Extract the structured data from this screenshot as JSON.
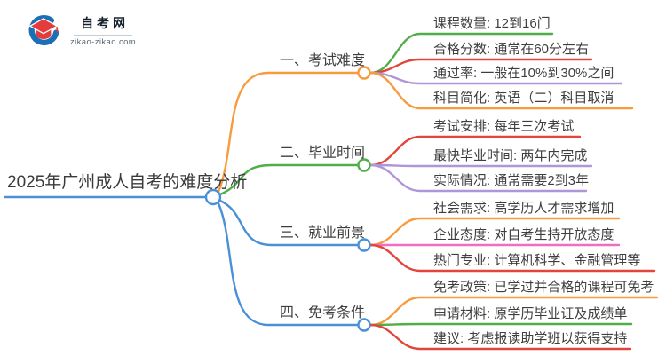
{
  "logo": {
    "name": "自考网",
    "domain": "zikao-zikao.com",
    "cap_color": "#e23c3c",
    "swoosh_color": "#1a6fb5"
  },
  "central": {
    "label": "2025年广州成人自考的难度分析",
    "color": "#4a90d6"
  },
  "branches": [
    {
      "label": "一、考试难度",
      "color": "#f79b3e",
      "leaves": [
        {
          "label": "课程数量: 12到16门",
          "color": "#4fae47"
        },
        {
          "label": "合格分数: 通常在60分左右",
          "color": "#e2453c"
        },
        {
          "label": "通过率: 一般在10%到30%之间",
          "color": "#ae97d9"
        },
        {
          "label": "科目简化: 英语（二）科目取消",
          "color": "#f79b3e"
        }
      ]
    },
    {
      "label": "二、毕业时间",
      "color": "#4fae47",
      "leaves": [
        {
          "label": "考试安排: 每年三次考试",
          "color": "#e2453c"
        },
        {
          "label": "最快毕业时间: 两年内完成",
          "color": "#ae97d9"
        },
        {
          "label": "实际情况: 通常需要2到3年",
          "color": "#ae97d9"
        }
      ]
    },
    {
      "label": "三、就业前景",
      "color": "#4a90d6",
      "leaves": [
        {
          "label": "社会需求: 高学历人才需求增加",
          "color": "#f79b3e"
        },
        {
          "label": "企业态度: 对自考生持开放态度",
          "color": "#f06ec0"
        },
        {
          "label": "热门专业: 计算机科学、金融管理等",
          "color": "#e2453c"
        }
      ]
    },
    {
      "label": "四、免考条件",
      "color": "#4a90d6",
      "leaves": [
        {
          "label": "免考政策: 已学过并合格的课程可免考",
          "color": "#f79b3e"
        },
        {
          "label": "申请材料: 原学历毕业证及成绩单",
          "color": "#4fae47"
        },
        {
          "label": "建议: 考虑报读助学班以获得支持",
          "color": "#e2453c"
        }
      ]
    }
  ]
}
